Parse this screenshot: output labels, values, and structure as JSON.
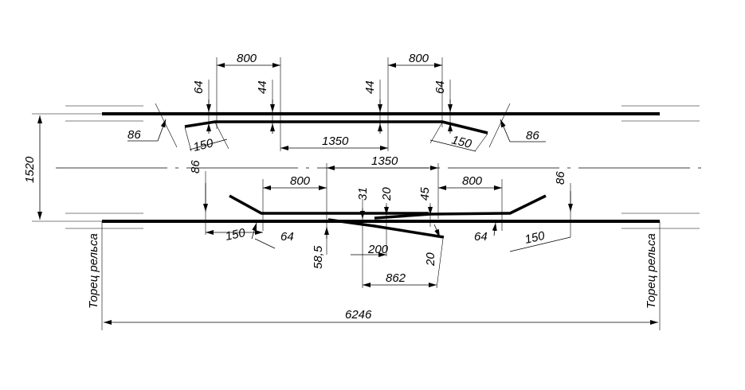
{
  "dimensions": {
    "gauge": "1520",
    "top_left_800": "800",
    "top_right_800": "800",
    "top_left_64": "64",
    "top_left_44": "44",
    "top_right_44": "44",
    "top_right_64": "64",
    "top_left_86": "86",
    "top_left_150": "150",
    "top_1350": "1350",
    "top_right_150": "150",
    "top_right_86": "86",
    "bottom_left_86": "86",
    "bottom_1350": "1350",
    "bottom_left_800": "800",
    "bottom_31": "31",
    "bottom_20_top": "20",
    "bottom_45": "45",
    "bottom_right_800": "800",
    "bottom_right_86": "86",
    "bottom_left_150": "150",
    "bottom_left_64": "64",
    "bottom_58_5": "58,5",
    "bottom_200": "200",
    "bottom_20_low": "20",
    "bottom_right_64": "64",
    "bottom_right_150": "150",
    "bottom_862": "862",
    "overall_6246": "6246"
  },
  "labels": {
    "rail_end_left": "Торец рельса",
    "rail_end_right": "Торец рельса"
  }
}
